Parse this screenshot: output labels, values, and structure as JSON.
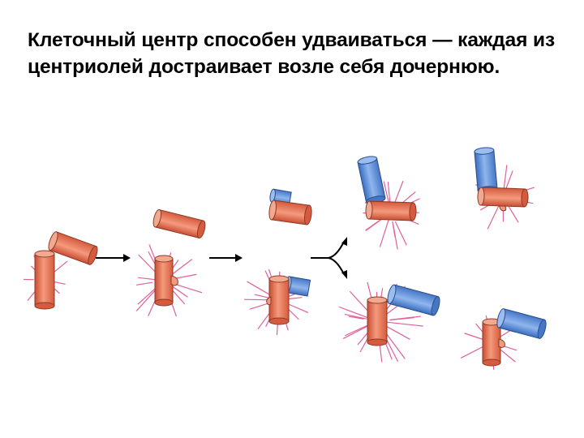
{
  "slide": {
    "title": "Клеточный центр способен удваиваться — каждая из центриолей достраивает возле себя дочернюю."
  },
  "colors": {
    "mother_centriole": "#e8785a",
    "daughter_centriole": "#5b8fd8",
    "fibers": "#e0609a",
    "arrows": "#000000"
  },
  "diagram": {
    "stages": [
      "pair-of-centrioles",
      "separated-centrioles",
      "daughter-budding",
      "two-new-pairs"
    ]
  }
}
